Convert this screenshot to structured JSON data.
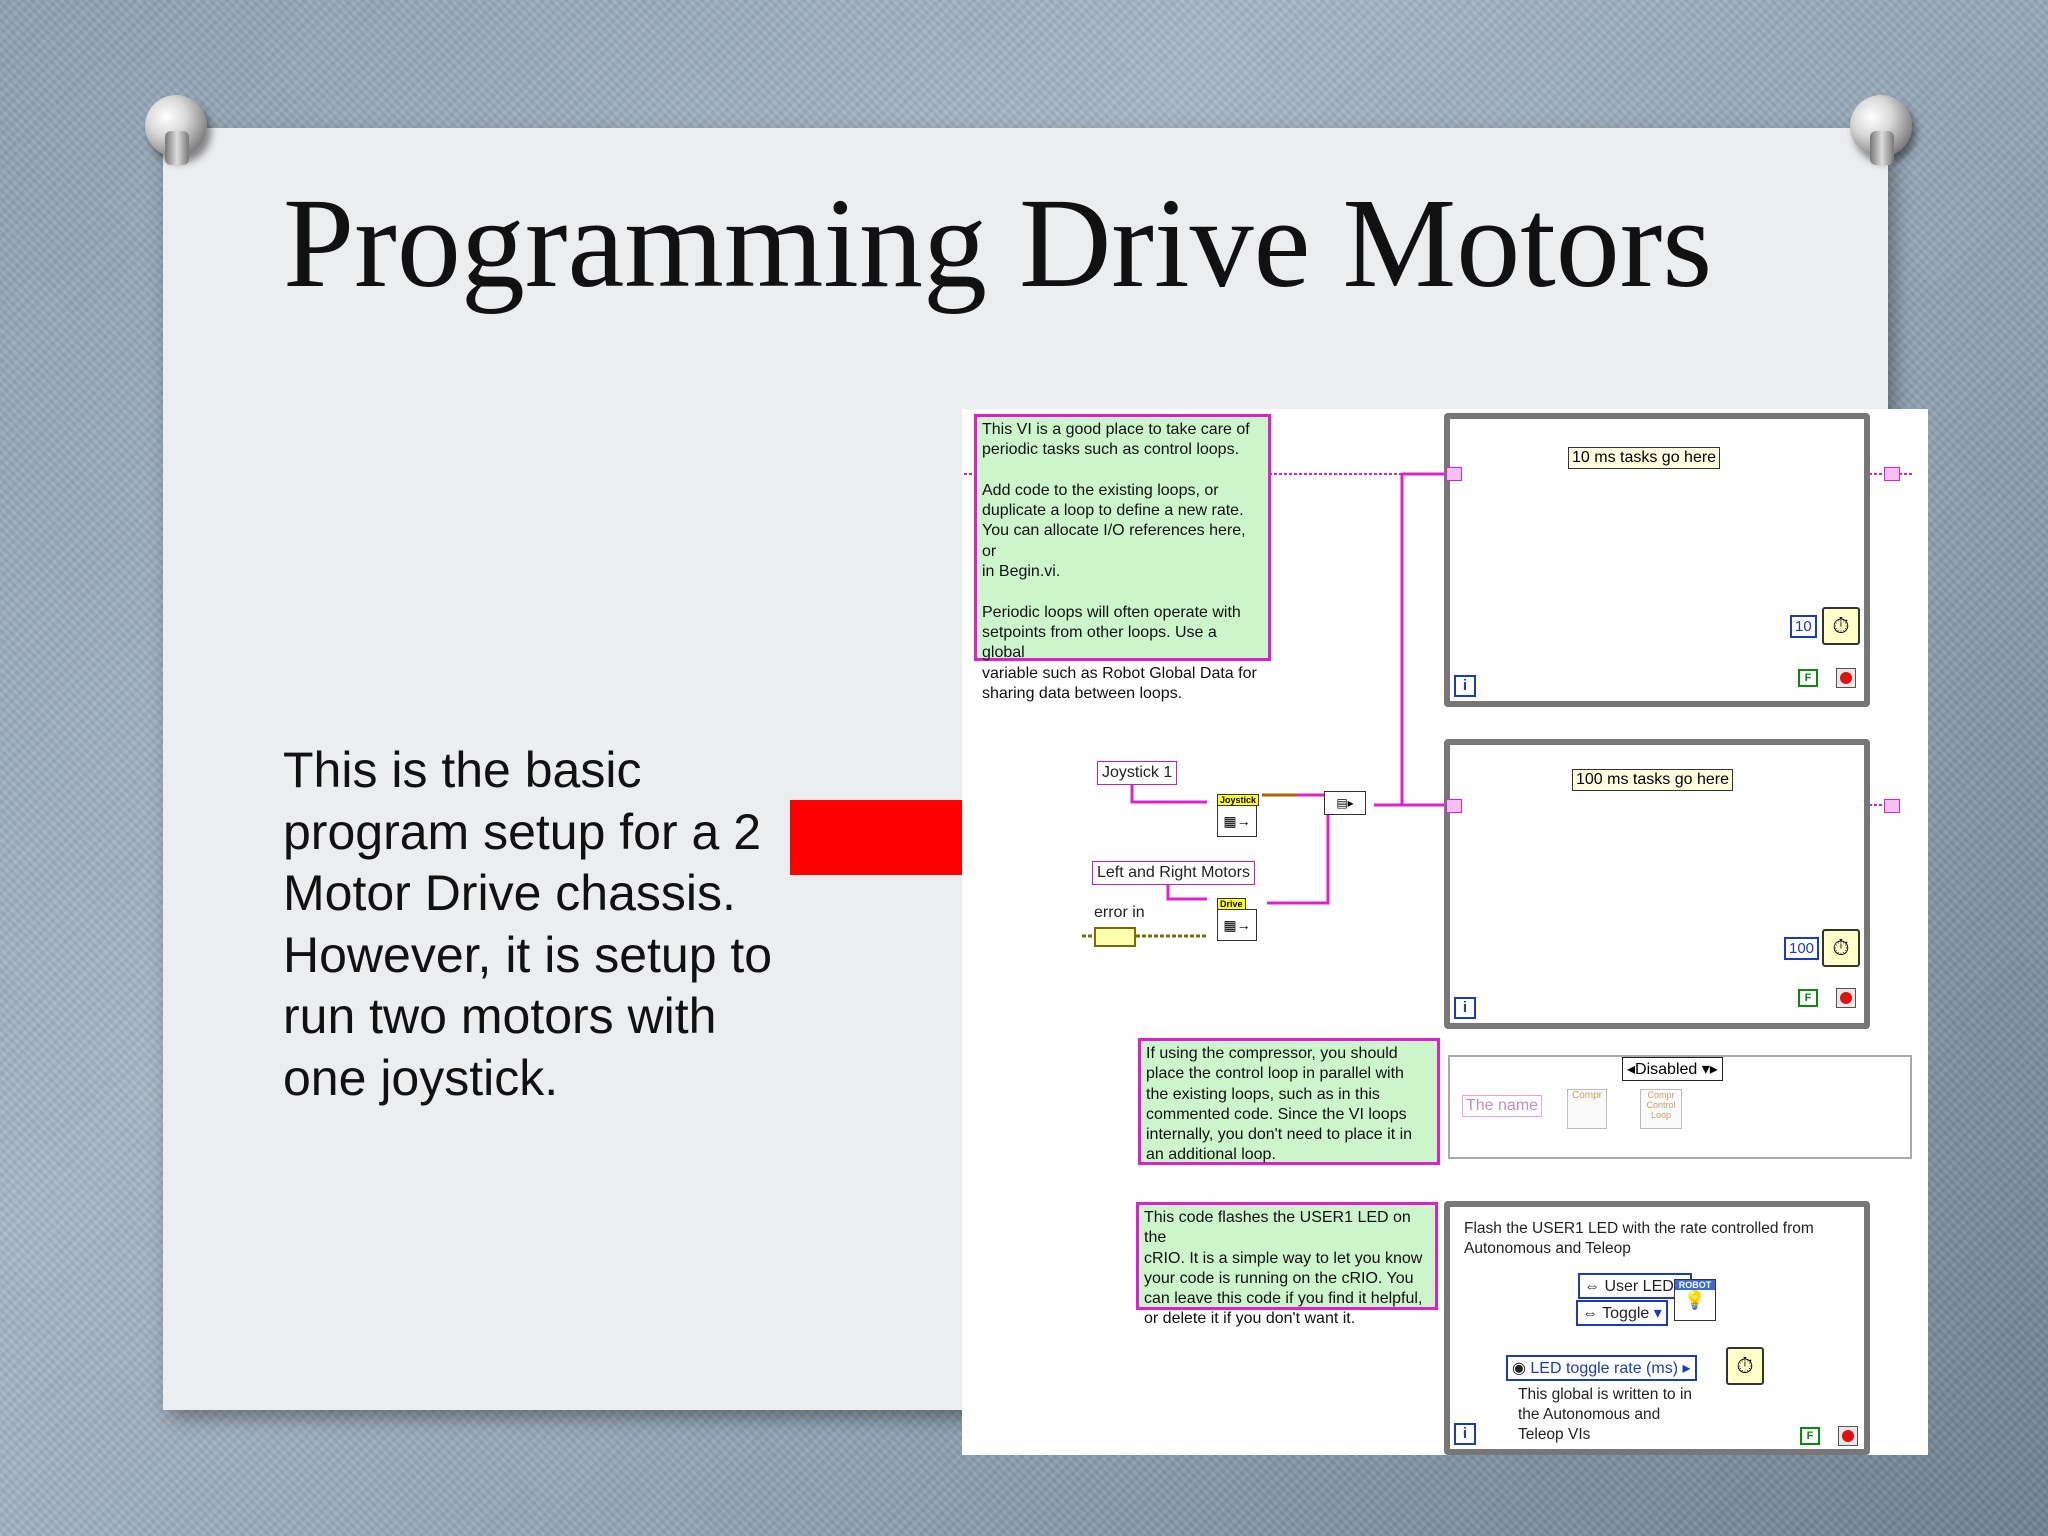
{
  "slide": {
    "title": "Programming Drive Motors",
    "body": "This is the basic program setup for a 2 Motor Drive chassis.  However, it is setup to run two motors with one joystick."
  },
  "diagram": {
    "note_periodic": "This VI is a good place to take care of\nperiodic tasks such as control loops.\n\nAdd code to the existing loops, or\nduplicate a loop to define a new rate.\nYou can allocate I/O references here, or\nin Begin.vi.\n\nPeriodic loops will often operate with\nsetpoints from other loops. Use a global\nvariable such as Robot Global Data for\nsharing data between loops.",
    "loop1_label": "10 ms tasks go here",
    "loop1_rate": "10",
    "loop2_label": "100 ms tasks go here",
    "loop2_rate": "100",
    "iteration_symbol": "i",
    "false_constant": "F",
    "joystick_name": "Joystick 1",
    "motors_name": "Left and Right Motors",
    "error_in": "error in",
    "joystick_vi_header": "Joystick",
    "drive_vi_header": "Drive",
    "note_compressor": "If using the compressor, you should\nplace the control loop in parallel with\nthe existing loops, such as in this\ncommented code. Since the VI loops\ninternally, you don't need to place it in\nan additional loop.",
    "disabled_label": "Disabled",
    "the_name": "The name",
    "compressor_short": "Compr",
    "control_loop": "Control\nLoop",
    "note_led": "This code flashes the USER1 LED on the\ncRIO.  It is a simple way to let you know\nyour code is running on the cRIO.  You\ncan leave this code if you find it helpful,\nor delete it if you don't want it.",
    "flash_text": "Flash the USER1 LED with the rate controlled from\nAutonomous and Teleop",
    "user_led": "User LED",
    "toggle": "Toggle",
    "robot": "ROBOT",
    "led_rate": "LED toggle rate (ms)",
    "global_note": "This global is written to in\nthe Autonomous and\nTeleop VIs"
  },
  "colors": {
    "arrow": "#ff0000",
    "wire": "#e020d0",
    "note_bg": "#ccf5cc",
    "loop_border": "#777777",
    "blue": "#1a3bbf"
  }
}
